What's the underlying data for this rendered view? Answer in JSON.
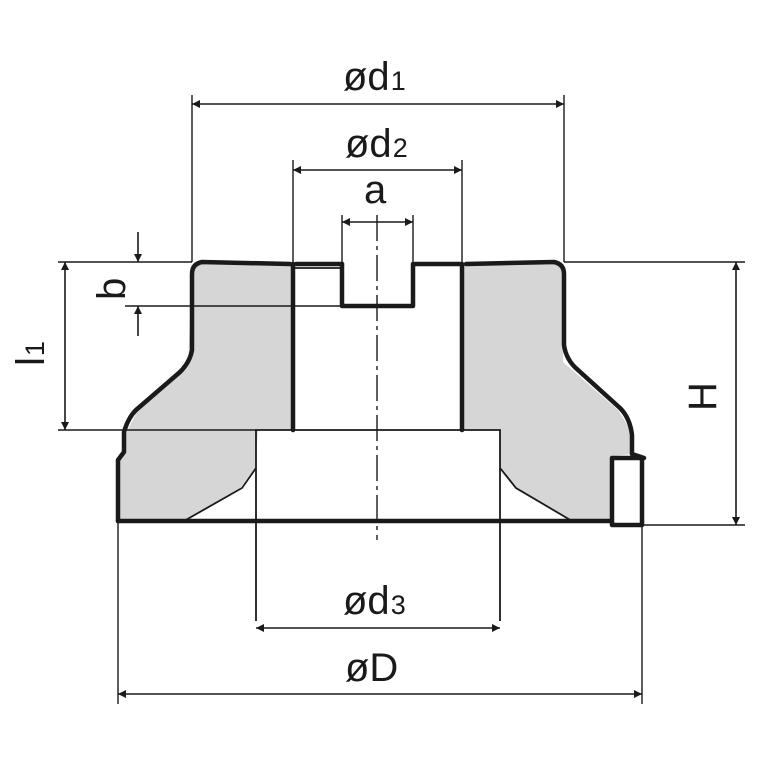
{
  "dimensions": {
    "d1": {
      "symbol": "ød",
      "sub": "1"
    },
    "d2": {
      "symbol": "ød",
      "sub": "2"
    },
    "a": {
      "text": "a"
    },
    "b": {
      "text": "b"
    },
    "l1": {
      "symbol": "l",
      "sub": "1"
    },
    "H": {
      "text": "H"
    },
    "d3": {
      "symbol": "ød",
      "sub": "3"
    },
    "D": {
      "text": "øD"
    }
  },
  "colors": {
    "body_fill": "#d6d6d6",
    "outline": "#1a1a1a",
    "dim_line": "#1a1a1a"
  }
}
